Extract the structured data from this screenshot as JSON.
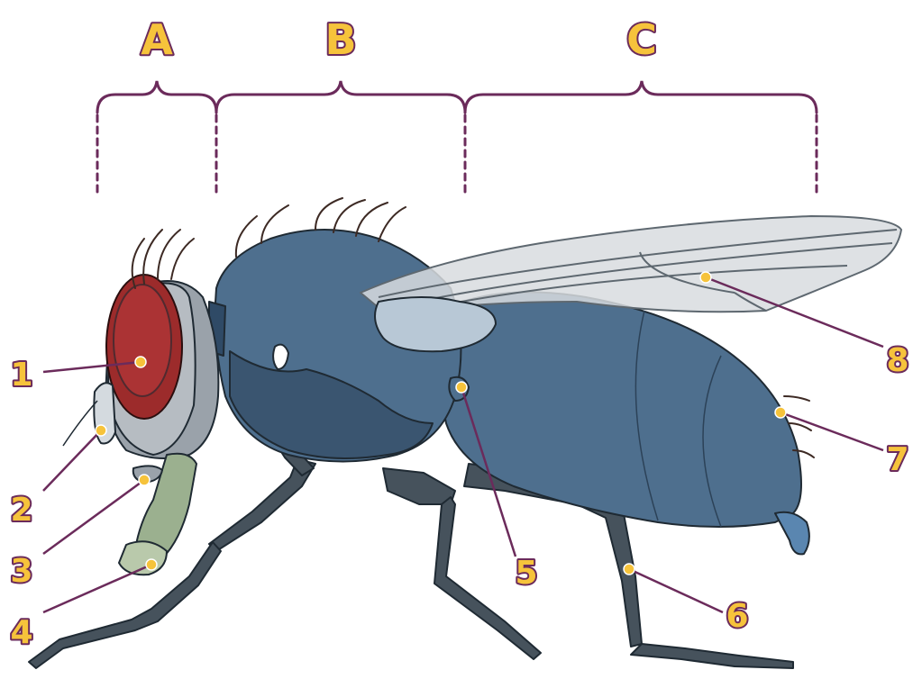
{
  "regions": [
    {
      "id": "A",
      "label": "A"
    },
    {
      "id": "B",
      "label": "B"
    },
    {
      "id": "C",
      "label": "C"
    }
  ],
  "callouts": [
    {
      "id": "1",
      "label": "1"
    },
    {
      "id": "2",
      "label": "2"
    },
    {
      "id": "3",
      "label": "3"
    },
    {
      "id": "4",
      "label": "4"
    },
    {
      "id": "5",
      "label": "5"
    },
    {
      "id": "6",
      "label": "6"
    },
    {
      "id": "7",
      "label": "7"
    },
    {
      "id": "8",
      "label": "8"
    }
  ],
  "colors": {
    "accent": "#f6c33b",
    "outline": "#6b2b5b",
    "body": "#4e6f8e",
    "body_dark": "#3a5570",
    "eye": "#9c2b2b",
    "wing": "#d8dcdf",
    "leg": "#46525c"
  }
}
